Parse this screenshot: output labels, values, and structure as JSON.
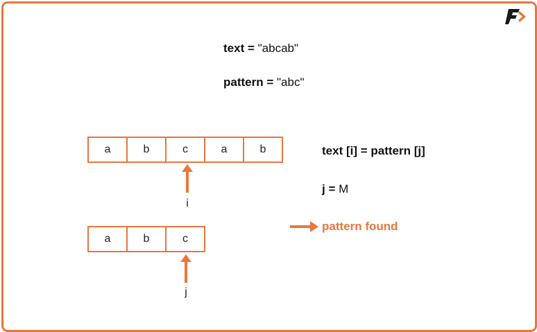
{
  "colors": {
    "accent": "#e8773d",
    "text": "#111111",
    "background": "#ffffff"
  },
  "logo": {
    "icon": "f-arrow-logo-icon"
  },
  "header": {
    "text_label": "text =",
    "text_value": "\"abcab\"",
    "pattern_label": "pattern =",
    "pattern_value": "\"abc\""
  },
  "text_array": {
    "cells": [
      "a",
      "b",
      "c",
      "a",
      "b"
    ],
    "pointer_label": "i",
    "pointer_index": 2
  },
  "pattern_array": {
    "cells": [
      "a",
      "b",
      "c"
    ],
    "pointer_label": "j",
    "pointer_index": 2
  },
  "condition": {
    "comparison": "text [i] = pattern [j]",
    "j_label": "j =",
    "j_value": "M"
  },
  "result": {
    "icon": "arrow-right-icon",
    "label": "pattern found"
  }
}
